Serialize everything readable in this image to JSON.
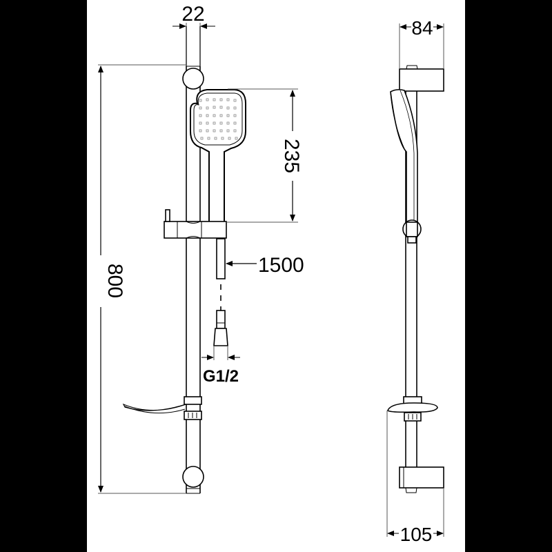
{
  "drawing": {
    "title": "Shower rail set technical drawing",
    "views": [
      "front-view",
      "side-view"
    ],
    "colors": {
      "background": "#000000",
      "sheet": "#ffffff",
      "line": "#000000",
      "thin_line": "#555555"
    }
  },
  "dimensions": {
    "rail_width": "22",
    "rail_height": "800",
    "handshower_length": "235",
    "hose_length": "1500",
    "connection_thread": "G1/2",
    "bracket_depth_top": "84",
    "bracket_depth_bottom": "105"
  }
}
